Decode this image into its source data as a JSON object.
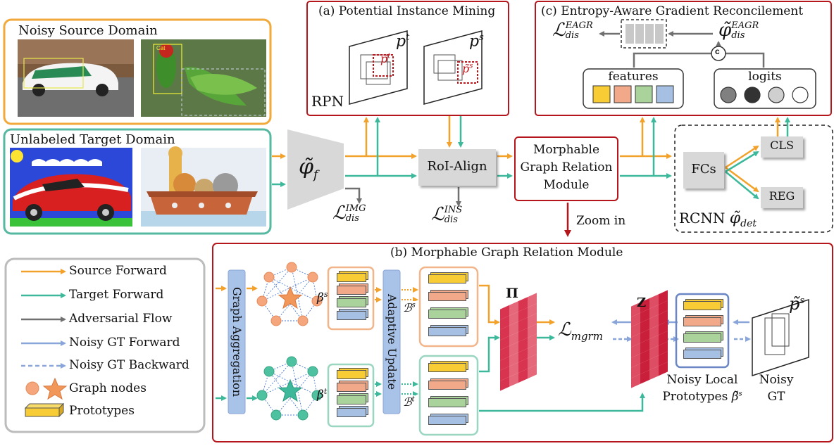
{
  "colors": {
    "source": "#f2a12a",
    "target": "#3db89a",
    "adversarial": "#707070",
    "noisy_gt": "#8aa6d8",
    "panel_red": "#b5161c",
    "source_domain_border": "#f0a93a",
    "target_domain_border": "#56b8a0",
    "proto_yellow": "#f7cc35",
    "proto_salmon": "#f2a98a",
    "proto_green": "#a9d39a",
    "proto_blue": "#a6c0e4"
  },
  "source_domain": {
    "title": "Noisy Source Domain",
    "bird_box_label": "Cat"
  },
  "target_domain": {
    "title": "Unlabeled Target Domain"
  },
  "backbone": {
    "label": "φ̃",
    "subscript": "f"
  },
  "loss_img": {
    "main": "ℒ",
    "sup": "IMG",
    "sub": "dis"
  },
  "loss_ins": {
    "main": "ℒ",
    "sup": "INS",
    "sub": "dis"
  },
  "panel_a": {
    "title": "(a) Potential Instance Mining",
    "rpn_label": "RPN",
    "pt_label": "p",
    "pt_sup": "t",
    "ps_label": "p",
    "ps_sup": "s",
    "inner_pt": "p̃",
    "inner_pt_sup": "t",
    "inner_ps": "p̃",
    "inner_ps_sup": "s"
  },
  "roi_align": {
    "label": "RoI-Align"
  },
  "mgrm_box": {
    "line1": "Morphable",
    "line2": "Graph Relation",
    "line3": "Module"
  },
  "zoom_label": "Zoom in",
  "rcnn": {
    "label": "RCNN",
    "phi": "φ̃",
    "phi_sub": "det",
    "fcs": "FCs",
    "cls": "CLS",
    "reg": "REG"
  },
  "panel_c": {
    "title": "(c) Entropy-Aware  Gradient Reconcilement",
    "loss_main": "ℒ",
    "loss_sup": "EAGR",
    "loss_sub": "dis",
    "phi_main": "φ̃",
    "phi_sup": "EAGR",
    "phi_sub": "dis",
    "concat": "c",
    "features": "features",
    "logits": "logits"
  },
  "panel_b": {
    "title": "(b) Morphable Graph Relation Module",
    "graph_aggregation": "Graph Aggregation",
    "adaptive_update": "Adaptive Update",
    "beta_s": "β",
    "beta_s_sup": "s",
    "beta_t": "β",
    "beta_t_sup": "t",
    "b_s": "ℬ",
    "b_s_sup": "s",
    "b_t": "ℬ",
    "b_t_sup": "t",
    "pi": "Π",
    "z": "Z",
    "loss_mgrm": "ℒ",
    "loss_mgrm_sub": "mgrm",
    "noisy_local_line1": "Noisy Local",
    "noisy_local_line2": "Prototypes",
    "noisy_local_beta": "β̃",
    "noisy_local_beta_sup": "s",
    "noisy_gt_line1": "Noisy",
    "noisy_gt_line2": "GT",
    "noisy_gt_p": "p̃",
    "noisy_gt_p_sup": "s"
  },
  "legend": {
    "items": [
      {
        "label": "Source Forward",
        "icon": "orange-arrow"
      },
      {
        "label": "Target Forward",
        "icon": "teal-arrow"
      },
      {
        "label": "Adversarial Flow",
        "icon": "gray-arrow"
      },
      {
        "label": "Noisy GT Forward",
        "icon": "blue-arrow"
      },
      {
        "label": "Noisy GT Backward",
        "icon": "dashed-blue-arrow"
      },
      {
        "label": "Graph nodes",
        "icon": "node-star-icon"
      },
      {
        "label": "Prototypes",
        "icon": "prototype-icon"
      }
    ]
  }
}
